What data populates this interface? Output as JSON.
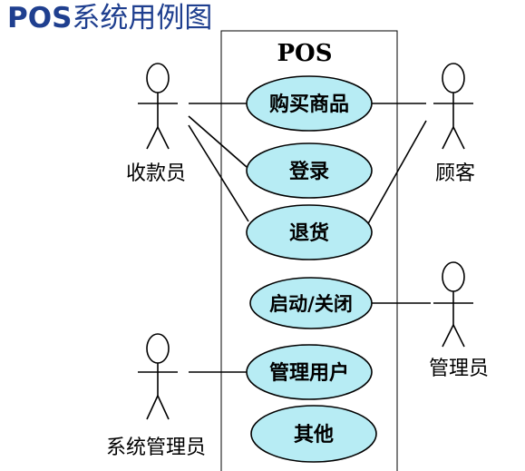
{
  "title": {
    "latin": "POS",
    "cjk": "系统用例图"
  },
  "system": {
    "label": "POS"
  },
  "colors": {
    "title": "#1f3f8f",
    "usecase_fill": "#b7ecf4",
    "line": "#000000"
  },
  "actors": {
    "cashier": "收款员",
    "customer": "顾客",
    "manager": "管理员",
    "sysadmin": "系统管理员"
  },
  "use_cases": {
    "buy": "购买商品",
    "login": "登录",
    "return": "退货",
    "startstop": "启动/关闭",
    "manage_users": "管理用户",
    "other": "其他"
  }
}
